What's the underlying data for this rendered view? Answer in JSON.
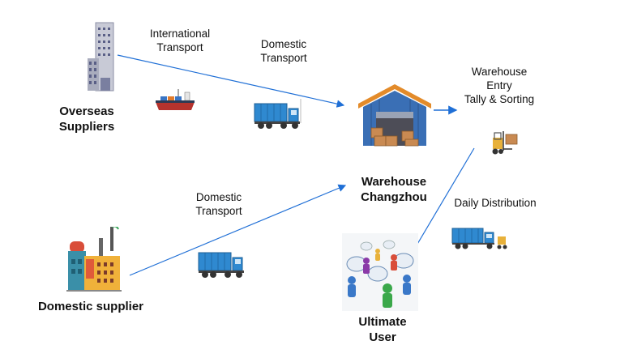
{
  "nodes": {
    "overseas_suppliers": "Overseas\nSuppliers",
    "domestic_supplier": "Domestic supplier",
    "warehouse": "Warehouse\nChangzhou",
    "ultimate_user": "Ultimate\nUser"
  },
  "labels": {
    "international_transport": "International\nTransport",
    "domestic_transport_top": "Domestic\nTransport",
    "domestic_transport_bottom": "Domestic\nTransport",
    "warehouse_entry": "Warehouse\nEntry\nTally & Sorting",
    "daily_distribution": "Daily Distribution"
  },
  "colors": {
    "arrow": "#1f6fd6",
    "truck_container": "#2f89d0",
    "warehouse_blue": "#3a6fb5"
  }
}
